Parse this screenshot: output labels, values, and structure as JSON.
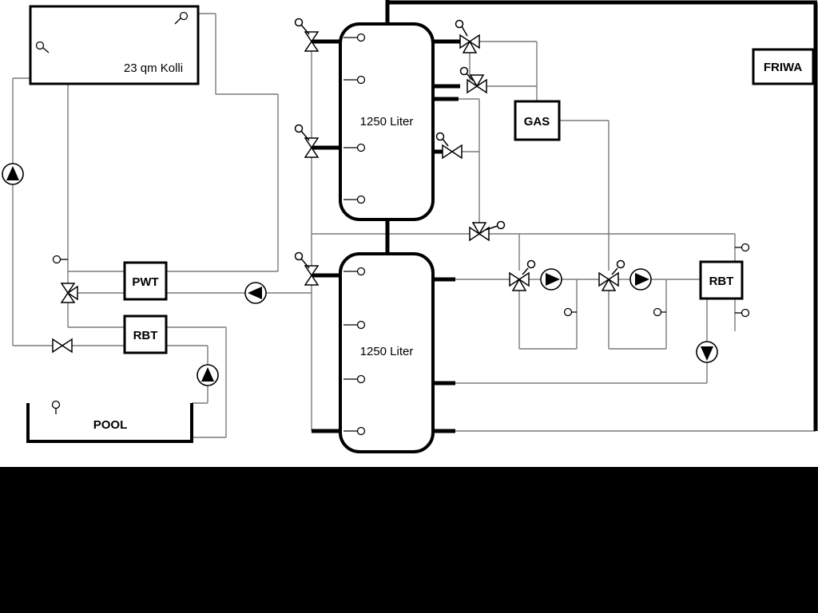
{
  "diagram": {
    "collector": {
      "label": "23 qm Kolli"
    },
    "buffer_tank_top": {
      "label": "1250 Liter"
    },
    "buffer_tank_bottom": {
      "label": "1250 Liter"
    },
    "gas_boiler": {
      "label": "GAS"
    },
    "fresh_water_station": {
      "label": "FRIWA"
    },
    "heat_exchanger": {
      "label": "PWT"
    },
    "rbt_left": {
      "label": "RBT"
    },
    "rbt_right": {
      "label": "RBT"
    },
    "pool": {
      "label": "POOL"
    }
  },
  "colors": {
    "background": "#ffffff",
    "footer_band": "#000000",
    "pipe": "#7a7a7a",
    "outline": "#000000"
  }
}
